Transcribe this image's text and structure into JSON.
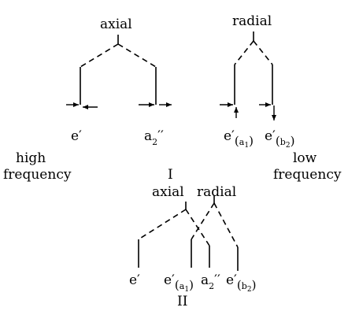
{
  "diagram_I": {
    "axial_label": "axial",
    "radial_label": "radial",
    "e_prime": "e′",
    "a2": {
      "base": "a",
      "sub": "2",
      "primes": "′′"
    },
    "e_a1": {
      "base": "e′",
      "sub_base": "a",
      "sub_idx": "1"
    },
    "e_b2": {
      "base": "e′",
      "sub_base": "b",
      "sub_idx": "2"
    },
    "high_frequency": [
      "high",
      "frequency"
    ],
    "low_frequency": [
      "low",
      "frequency"
    ],
    "numeral": "I"
  },
  "diagram_II": {
    "axial_label": "axial",
    "radial_label": "radial",
    "e_prime": "e′",
    "e_a1": {
      "base": "e′",
      "sub_base": "a",
      "sub_idx": "1"
    },
    "a2": {
      "base": "a",
      "sub": "2",
      "primes": "′′"
    },
    "e_b2": {
      "base": "e′",
      "sub_base": "b",
      "sub_idx": "2"
    },
    "numeral": "II"
  }
}
